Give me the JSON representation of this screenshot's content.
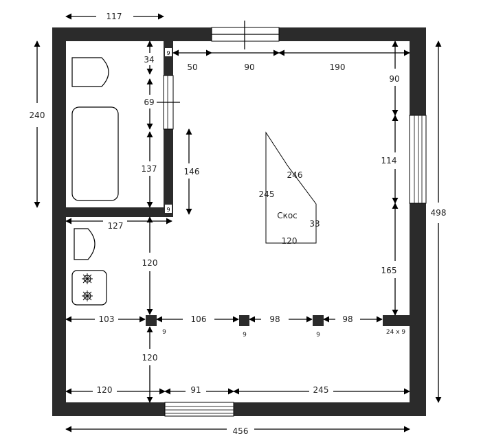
{
  "dimensions": {
    "top_width": "117",
    "left_height": "240",
    "right_height": "498",
    "bottom_width": "456",
    "bath_top": "34",
    "bath_mid": "69",
    "bath_low": "137",
    "bath_partition": "146",
    "bath_bottom": "127",
    "top_seg_1": "50",
    "top_seg_2": "90",
    "top_seg_3": "190",
    "right_seg_1": "90",
    "right_seg_2": "114",
    "right_seg_3": "165",
    "col1_up": "120",
    "col1_down": "120",
    "row_left": "103",
    "row_seg_1": "106",
    "row_seg_2": "98",
    "row_seg_3": "98",
    "bottom_seg_1": "120",
    "bottom_seg_2": "91",
    "bottom_seg_3": "245",
    "col_size_1": "9",
    "col_size_2": "9",
    "col_size_3": "9",
    "beam_size": "24 x 9",
    "post_top": "9",
    "post_bottom": "9"
  },
  "slope": {
    "label": "Скос",
    "height": "245",
    "diagonal": "246",
    "short_side": "33",
    "base": "120"
  },
  "colors": {
    "wall": "#2b2b2b",
    "line": "#000000"
  }
}
